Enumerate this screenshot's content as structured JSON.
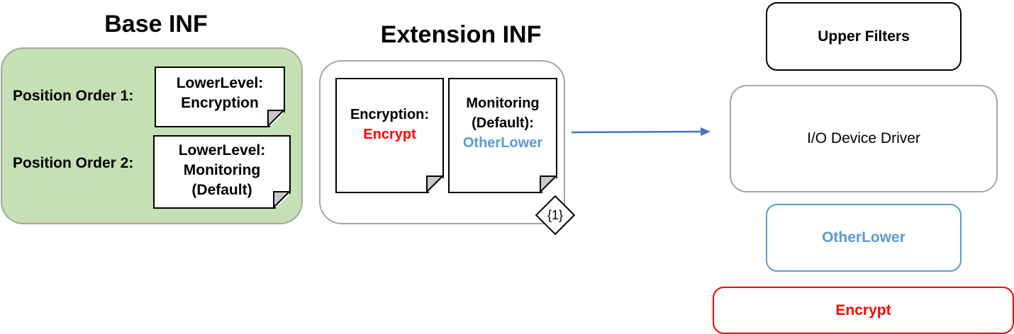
{
  "base_inf": {
    "title": "Base INF",
    "position_order_1_label": "Position Order 1:",
    "position_order_2_label": "Position Order 2:",
    "note_1": {
      "line1": "LowerLevel:",
      "line2": "Encryption"
    },
    "note_2": {
      "line1": "LowerLevel:",
      "line2": "Monitoring",
      "line3": "(Default)"
    }
  },
  "extension_inf": {
    "title": "Extension INF",
    "note_1": {
      "line1": "Encryption:",
      "value": "Encrypt"
    },
    "note_2": {
      "line1": "Monitoring",
      "line2": "(Default):",
      "value": "OtherLower"
    },
    "badge": "{1}"
  },
  "driver_stack": {
    "upper_filters": "Upper Filters",
    "io_device_driver": "I/O Device Driver",
    "other_lower": "OtherLower",
    "encrypt": "Encrypt"
  },
  "colors": {
    "base_panel_fill": "#c5e0b4",
    "encrypt": "#ff0000",
    "other_lower": "#5b9bd5",
    "arrow": "#4472c4"
  }
}
